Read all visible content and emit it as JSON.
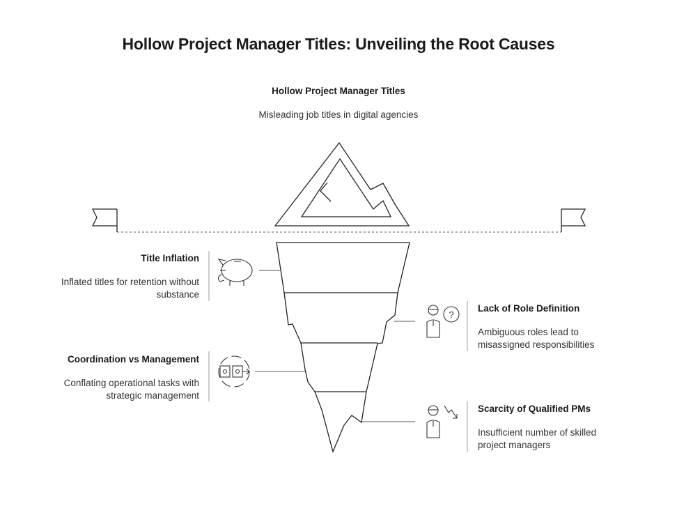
{
  "title": "Hollow Project Manager Titles: Unveiling the Root Causes",
  "top": {
    "heading": "Hollow Project Manager Titles",
    "description": "Misleading job titles in digital agencies"
  },
  "left_items": [
    {
      "heading": "Title Inflation",
      "description": "Inflated titles for retention without substance",
      "icon": "piggy-bank-icon"
    },
    {
      "heading": "Coordination vs Management",
      "description": "Conflating operational tasks with strategic management",
      "icon": "workflow-icon"
    }
  ],
  "right_items": [
    {
      "heading": "Lack of Role Definition",
      "description": "Ambiguous roles lead to misassigned responsibilities",
      "icon": "confused-person-icon"
    },
    {
      "heading": "Scarcity of Qualified PMs",
      "description": "Insufficient number of skilled project managers",
      "icon": "declining-person-icon"
    }
  ]
}
